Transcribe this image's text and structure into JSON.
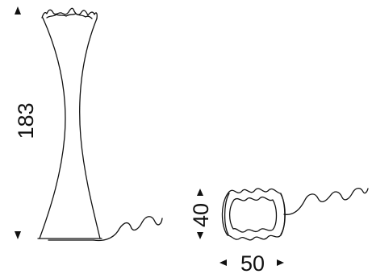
{
  "dimensions": {
    "tall_lamp_height": "183",
    "small_lamp_height": "40",
    "small_lamp_width": "50"
  },
  "colors": {
    "line": "#111111",
    "background": "#ffffff"
  }
}
